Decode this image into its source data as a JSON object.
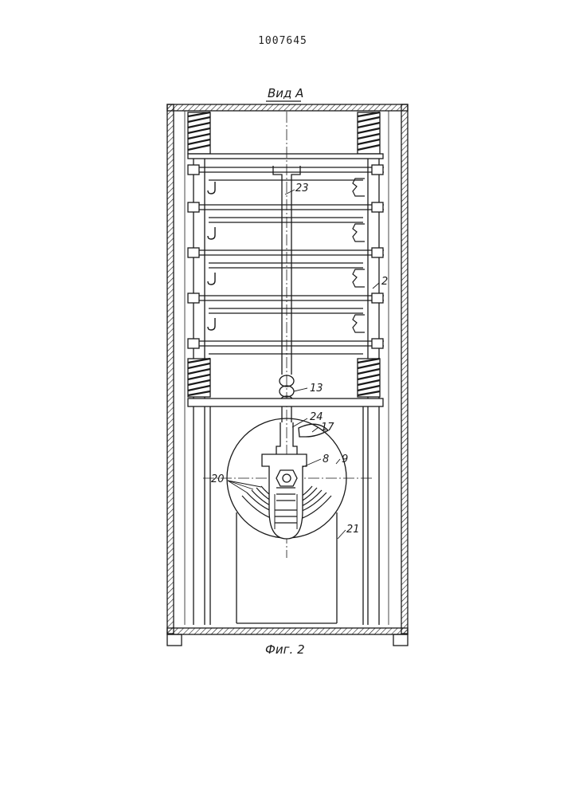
{
  "document": {
    "patent_number": "1007645",
    "view_label": "Вид А",
    "figure_caption": "Фиг. 2"
  },
  "callouts": {
    "c2": "2",
    "c8": "8",
    "c9": "9",
    "c13": "13",
    "c17": "17",
    "c20": "20",
    "c21": "21",
    "c23": "23",
    "c24": "24"
  },
  "colors": {
    "ink": "#1a1a1a",
    "paper": "#ffffff"
  }
}
